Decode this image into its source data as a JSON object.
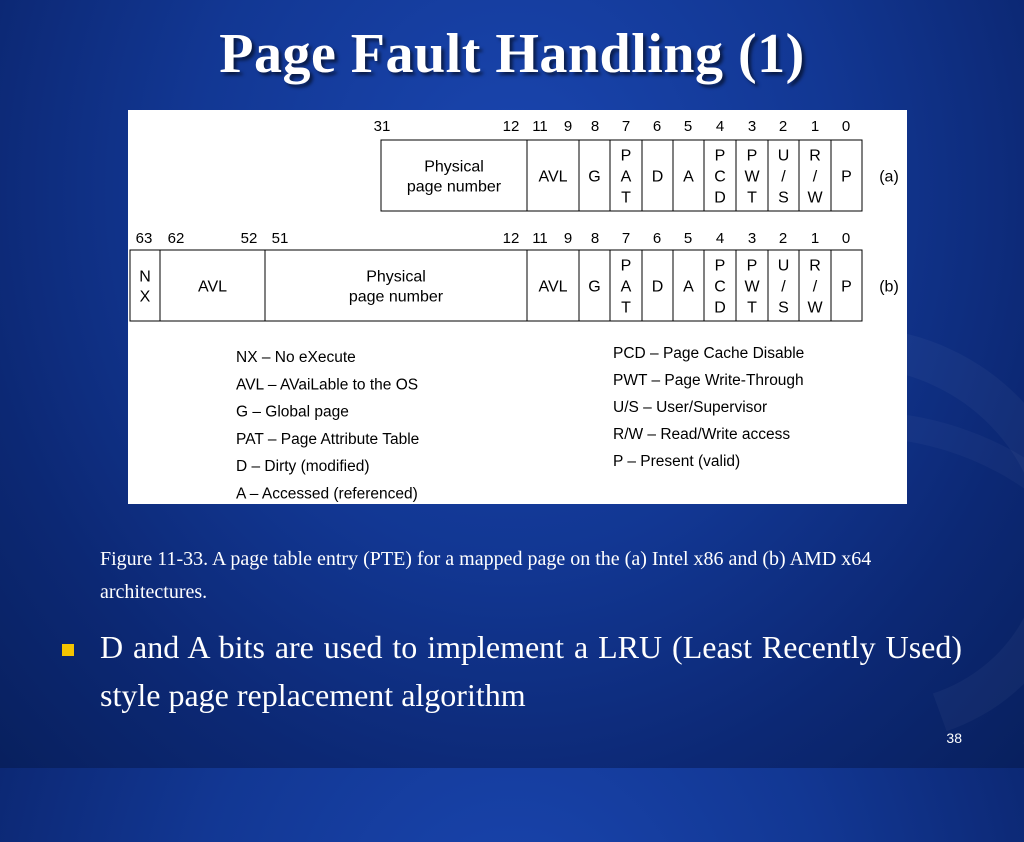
{
  "slide": {
    "title": "Page Fault Handling (1)",
    "number": "38"
  },
  "figure": {
    "a": {
      "bit_labels": [
        "31",
        "12",
        "11",
        "9",
        "8",
        "7",
        "6",
        "5",
        "4",
        "3",
        "2",
        "1",
        "0"
      ],
      "fields": [
        {
          "lines": [
            "Physical",
            "page number"
          ]
        },
        {
          "lines": [
            "AVL"
          ]
        },
        {
          "lines": [
            "G"
          ]
        },
        {
          "lines": [
            "P",
            "A",
            "T"
          ]
        },
        {
          "lines": [
            "D"
          ]
        },
        {
          "lines": [
            "A"
          ]
        },
        {
          "lines": [
            "P",
            "C",
            "D"
          ]
        },
        {
          "lines": [
            "P",
            "W",
            "T"
          ]
        },
        {
          "lines": [
            "U",
            "/",
            "S"
          ]
        },
        {
          "lines": [
            "R",
            "/",
            "W"
          ]
        },
        {
          "lines": [
            "P"
          ]
        }
      ],
      "label": "(a)"
    },
    "b": {
      "bit_labels": [
        "63",
        "62",
        "52",
        "51",
        "12",
        "11",
        "9",
        "8",
        "7",
        "6",
        "5",
        "4",
        "3",
        "2",
        "1",
        "0"
      ],
      "fields": [
        {
          "lines": [
            "N",
            "X"
          ]
        },
        {
          "lines": [
            "AVL"
          ]
        },
        {
          "lines": [
            "Physical",
            "page number"
          ]
        },
        {
          "lines": [
            "AVL"
          ]
        },
        {
          "lines": [
            "G"
          ]
        },
        {
          "lines": [
            "P",
            "A",
            "T"
          ]
        },
        {
          "lines": [
            "D"
          ]
        },
        {
          "lines": [
            "A"
          ]
        },
        {
          "lines": [
            "P",
            "C",
            "D"
          ]
        },
        {
          "lines": [
            "P",
            "W",
            "T"
          ]
        },
        {
          "lines": [
            "U",
            "/",
            "S"
          ]
        },
        {
          "lines": [
            "R",
            "/",
            "W"
          ]
        },
        {
          "lines": [
            "P"
          ]
        }
      ],
      "label": "(b)"
    },
    "legend_left": [
      "NX – No eXecute",
      "AVL – AVaiLable to the OS",
      "G – Global page",
      "PAT – Page Attribute Table",
      "D – Dirty (modified)",
      "A – Accessed (referenced)"
    ],
    "legend_right": [
      "PCD – Page Cache Disable",
      "PWT – Page Write-Through",
      "U/S – User/Supervisor",
      "R/W – Read/Write access",
      "P – Present (valid)"
    ]
  },
  "caption": "Figure 11-33. A page table entry (PTE) for a mapped page on the (a) Intel x86 and (b) AMD x64 architectures.",
  "bullet": "D and A bits are used to implement  a LRU (Least Recently Used)  style page replacement algorithm",
  "colors": {
    "background": "#123793",
    "title": "#ffffff",
    "bullet": "#f4c400"
  }
}
